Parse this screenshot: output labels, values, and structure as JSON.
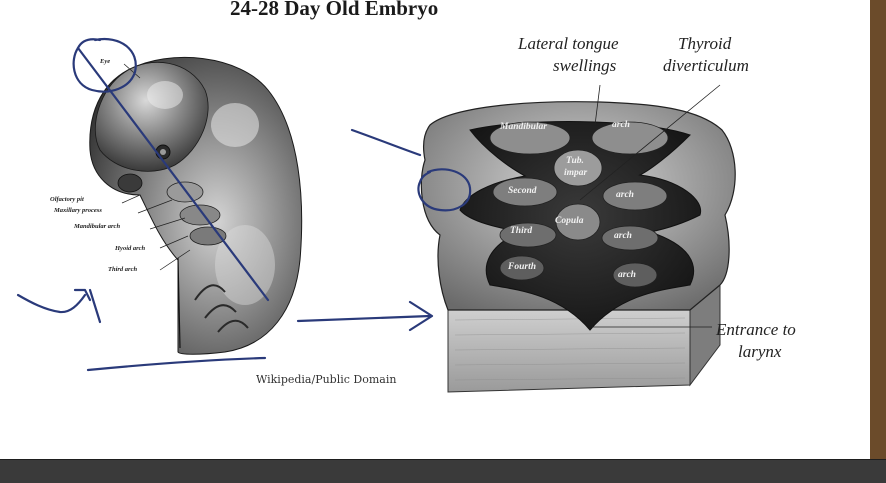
{
  "slide": {
    "title": "24-28 Day Old Embryo",
    "credit": "Wikipedia/Public Domain"
  },
  "left_figure": {
    "labels": {
      "eye": "Eye",
      "olfactory_pit": "Olfactory pit",
      "maxillary_process": "Maxillary process",
      "mandibular_arch": "Mandibular arch",
      "hyoid_arch": "Hyoid arch",
      "third_arch": "Third arch"
    }
  },
  "right_figure": {
    "labels": {
      "lateral_tongue_line1": "Lateral tongue",
      "lateral_tongue_line2": "swellings",
      "thyroid_line1": "Thyroid",
      "thyroid_line2": "diverticulum",
      "entrance_line1": "Entrance to",
      "entrance_line2": "larynx"
    },
    "inner_labels": {
      "mandibular": "Mandibular",
      "arch1": "arch",
      "tub": "Tub.",
      "impar": "impar",
      "second": "Second",
      "arch2": "arch",
      "third": "Third",
      "copula": "Copula",
      "arch3": "arch",
      "fourth": "Fourth",
      "arch4": "arch"
    }
  },
  "colors": {
    "annotation_ink": "#2a3a7a",
    "frame_edge": "#6b4b2a",
    "bottom_bar": "#3a3a3a"
  }
}
